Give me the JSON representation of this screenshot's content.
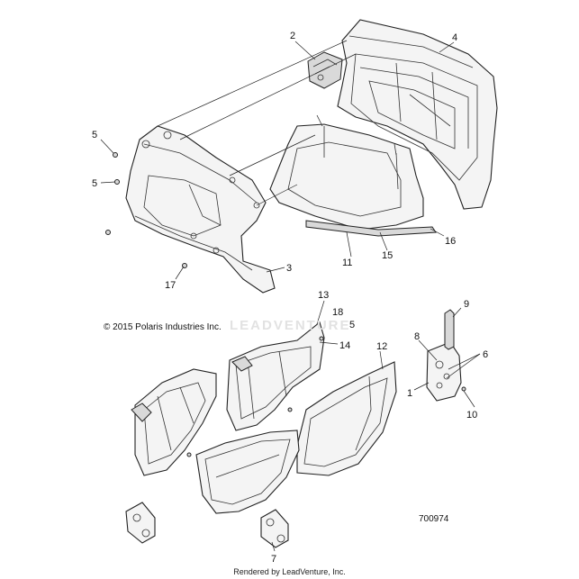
{
  "copyright": "© 2015 Polaris Industries Inc.",
  "diagram_id": "700974",
  "footer": "Rendered by LeadVenture, Inc.",
  "watermark": "LEADVENTURE",
  "callouts": [
    {
      "id": "c1",
      "label": "1"
    },
    {
      "id": "c2",
      "label": "2"
    },
    {
      "id": "c3",
      "label": "3"
    },
    {
      "id": "c4",
      "label": "4"
    },
    {
      "id": "c5a",
      "label": "5"
    },
    {
      "id": "c5b",
      "label": "5"
    },
    {
      "id": "c6",
      "label": "6"
    },
    {
      "id": "c7",
      "label": "7"
    },
    {
      "id": "c8",
      "label": "8"
    },
    {
      "id": "c9",
      "label": "9"
    },
    {
      "id": "c10",
      "label": "10"
    },
    {
      "id": "c11",
      "label": "11"
    },
    {
      "id": "c12",
      "label": "12"
    },
    {
      "id": "c13",
      "label": "13"
    },
    {
      "id": "c14",
      "label": "14"
    },
    {
      "id": "c15",
      "label": "15"
    },
    {
      "id": "c16",
      "label": "16"
    },
    {
      "id": "c17",
      "label": "17"
    },
    {
      "id": "c18",
      "label": "18"
    },
    {
      "id": "c19",
      "label": "19"
    }
  ]
}
